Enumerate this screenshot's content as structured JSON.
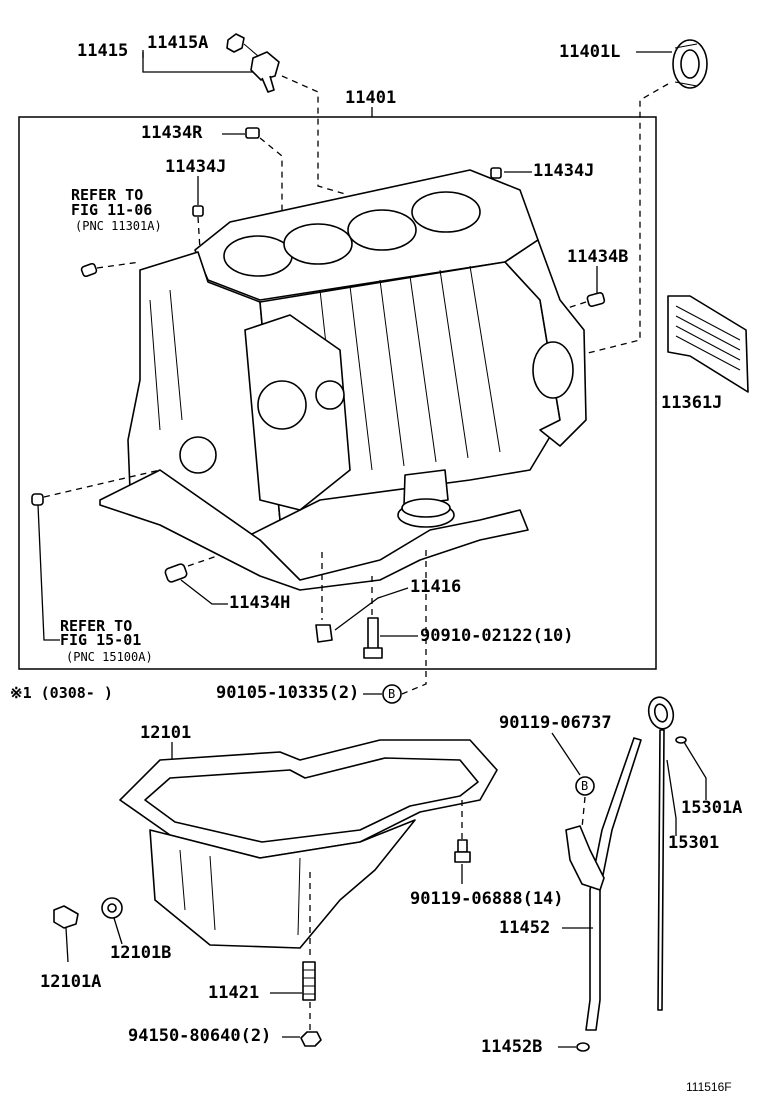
{
  "labels": {
    "p11415": "11415",
    "p11415A": "11415A",
    "p11401L": "11401L",
    "p11401": "11401",
    "p11434R": "11434R",
    "p11434J_left": "11434J",
    "p11434J_right": "11434J",
    "refer_top_1": "REFER TO",
    "refer_top_2": "FIG 11-06",
    "refer_top_3": "(PNC 11301A)",
    "p11434B": "11434B",
    "p11361J": "11361J",
    "p11416": "11416",
    "p11434H": "11434H",
    "p90910": "90910-02122(10)",
    "refer_bot_1": "REFER TO",
    "refer_bot_2": "FIG 15-01",
    "refer_bot_3": "(PNC 15100A)",
    "note": "※1 (0308-     )",
    "p90105": "90105-10335(2)",
    "circle_b": "B",
    "p12101": "12101",
    "p90119_06737": "90119-06737",
    "p15301A": "15301A",
    "p15301": "15301",
    "p90119_06888": "90119-06888(14)",
    "p12101B": "12101B",
    "p12101A": "12101A",
    "p11452": "11452",
    "p11421": "11421",
    "p94150": "94150-80640(2)",
    "p11452B": "11452B",
    "figure_id": "111516F"
  }
}
